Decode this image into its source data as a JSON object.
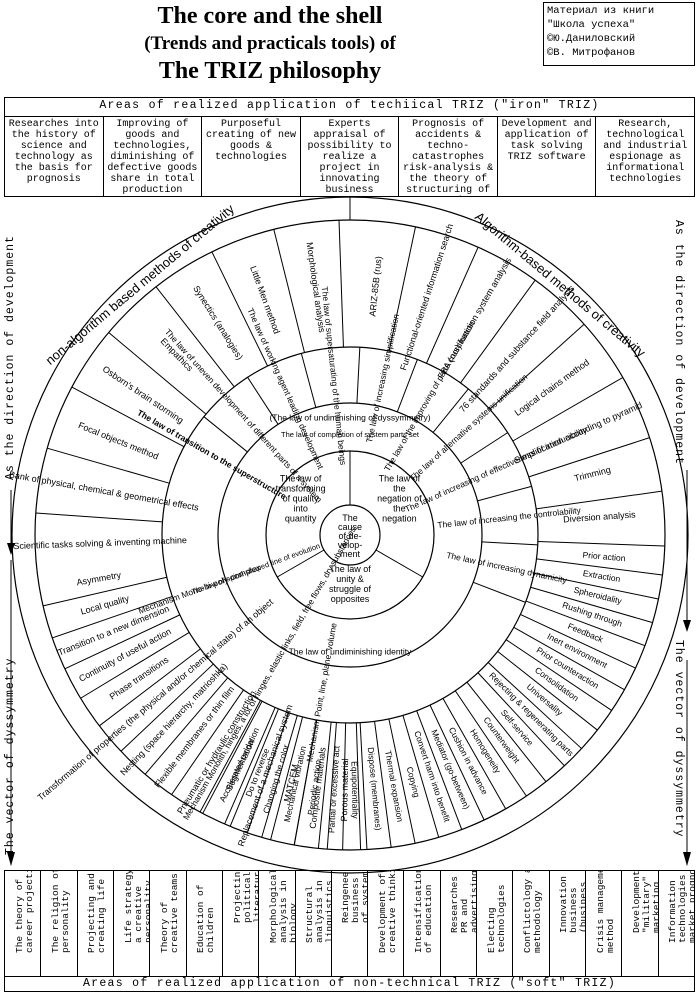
{
  "header": {
    "title_line1": "The core and the shell",
    "title_line2": "(Trends and practicals tools) of",
    "title_line3": "The TRIZ philosophy",
    "credit": [
      "Материал из книги",
      "\"Школа успеха\"",
      "©Ю.Даниловский",
      "©В. Митрофанов"
    ]
  },
  "top_band": {
    "heading": "Areas of realized application of techiical TRIZ (\"iron\" TRIZ)",
    "cells": [
      "Researches into the history of science and technology as the basis for prognosis",
      "Improving of goods and technologies, diminishing of defective goods share in total production",
      "Purposeful creating of new goods & technologies",
      "Experts appraisal of possibility to realize a project in innovating business",
      "Prognosis of accidents & techno-catastrophes risk-analysis & the theory of structuring of scenarios",
      "Development and application of task solving TRIZ software",
      "Research, technological and industrial espionage as informational technologies"
    ]
  },
  "side_labels": {
    "left_top": "As the direction of development",
    "left_bottom": "The vector of dyssymmetry",
    "right_top": "As the direction of development",
    "right_bottom": "The vector of dyssymmetry"
  },
  "wheel": {
    "outer_ring_left": "non-algorithm based methods of creativity",
    "outer_ring_right": "Algorithm-based methods of creativity",
    "core_center": "The cause of development",
    "core_laws": [
      "The law of transforming of quality into quantity",
      "The law of the negation of the negation",
      "The law of unity & struggle of opposites"
    ],
    "ring_labels": [
      "(The law of undiminishing of dyssymmetry)",
      "The law of completion of system parts set",
      "The law of undiminishing identity",
      "The law of spiral-shaped line of evolution"
    ],
    "laws": [
      "The law of transition to the superstructure",
      "The law of uneven development of different parts of a system",
      "The law of working agent leading development",
      "The law of supersaturating of the human beings",
      "The law of increasing simplification",
      "The law of the improving of parts coordination",
      "The law of alternative systems unification",
      "The law of increasing of effectiveness of irreducibility",
      "The law of increasing the controlability",
      "The law of increasing dynamicity"
    ],
    "mechanisms": [
      "Mechanism Mono-bi-poly-complex",
      "Mechanism Monolith, hinges, a lot of hinges, elastic links, field, free flows, dry substances",
      "Mechanism Point, line, plane, volume"
    ],
    "methods_left": [
      "Morphological analysis",
      "Little Men method",
      "Synectics (analogies)",
      "Empathics",
      "Osborn's brain storming",
      "Focal objects method",
      "Bank of physical, chemical & geometrical effects",
      "Scientific tasks solving & inventing machine"
    ],
    "methods_right": [
      "ARIZ-85B (rus)",
      "Functional-oriented information search",
      "FSA (rus) function system analysis",
      "76 standards and substance field analysis",
      "Logical chains method",
      "Simplification according to pyramid",
      "Trimming",
      "Diversion analysis"
    ],
    "tools_right": [
      "Prior action",
      "Extraction",
      "Spheroidality",
      "Rushing through",
      "Feedback",
      "Inert environment",
      "Prior counteraction",
      "Consolidation",
      "Universality",
      "Rejecting & regenerating parts",
      "Self-service",
      "Counterweight",
      "Homogeneity",
      "Cushion in advance",
      "Mediator (go-between)",
      "Convert harm into benefit",
      "Copying",
      "Thermal expansion",
      "Dispose (membranes)",
      "Equipotentiality",
      "Partial or excessive act",
      "Periodic action",
      "Mechanical vibration",
      "Changing the color",
      "Do to reverse",
      "Accelerated oxidation"
    ],
    "tools_left": [
      "Asymmetry",
      "Local quality",
      "Transition to a new dimension",
      "Continuity of useful action",
      "Phase transitions",
      "Transformation of properties (the physical and/or chemical state) of an object",
      "Nesting (space hierarchy, matrioshka)",
      "Flexible membranes or thin film",
      "Pneumatic or hydraulic construction",
      "Segmentation",
      "Replacement of a mechanical system",
      "MATCEM",
      "Composite materials",
      "Porous material"
    ]
  },
  "bottom_band": {
    "heading": "Areas of realized application of non-technical TRIZ (\"soft\" TRIZ)",
    "cells": [
      "The theory of career projecting",
      "The religion of personality",
      "Projecting and creating life",
      "Life strategy of a creative personality",
      "Theory of creative teams",
      "Education of children",
      "Projecting of in political, literature and theatre (script-writing)",
      "Morphological analysis in biology",
      "Structural analysis in linguistics",
      "Reingeneering of business by means of systems and functional analysis",
      "Development of creative thinking",
      "Intensification of education",
      "Researches into PR and advertising fields",
      "Electing technologies",
      "Conflictology and methodology",
      "Innovation business (business incubator)",
      "Crisis management method",
      "Development of \"military\" marketing strategies",
      "Information technologies in market prognoses"
    ]
  }
}
